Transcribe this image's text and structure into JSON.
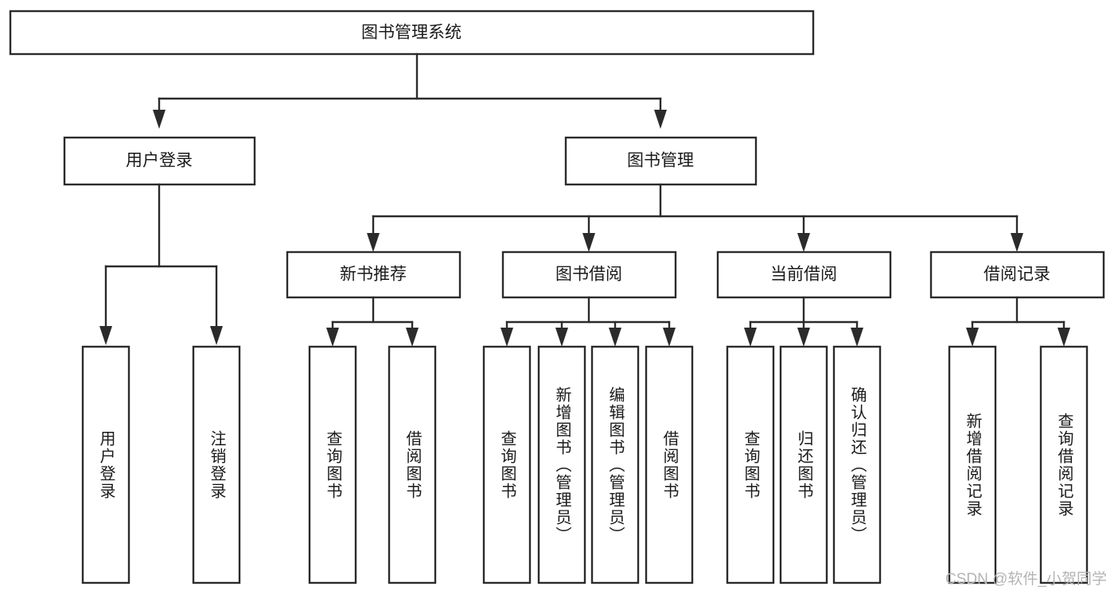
{
  "diagram": {
    "type": "tree",
    "title": "图书管理系统",
    "watermark": "CSDN @软件_小贺同学",
    "colors": {
      "stroke": "#2b2b2b",
      "fill": "#ffffff",
      "text": "#1a1a1a",
      "watermark": "#b4b4b4"
    },
    "root": {
      "label": "图书管理系统"
    },
    "level2": [
      {
        "label": "用户登录"
      },
      {
        "label": "图书管理"
      }
    ],
    "level3": [
      {
        "label": "新书推荐"
      },
      {
        "label": "图书借阅"
      },
      {
        "label": "当前借阅"
      },
      {
        "label": "借阅记录"
      }
    ],
    "leaves": {
      "user_login": [
        {
          "label": "用户登录"
        },
        {
          "label": "注销登录"
        }
      ],
      "new_book_recommend": [
        {
          "label": "查询图书"
        },
        {
          "label": "借阅图书"
        }
      ],
      "book_borrow": [
        {
          "label": "查询图书"
        },
        {
          "label": "新增图书（管理员）"
        },
        {
          "label": "编辑图书（管理员）"
        },
        {
          "label": "借阅图书"
        }
      ],
      "current_borrow": [
        {
          "label": "查询图书"
        },
        {
          "label": "归还图书"
        },
        {
          "label": "确认归还（管理员）"
        }
      ],
      "borrow_record": [
        {
          "label": "新增借阅记录"
        },
        {
          "label": "查询借阅记录"
        }
      ]
    }
  }
}
